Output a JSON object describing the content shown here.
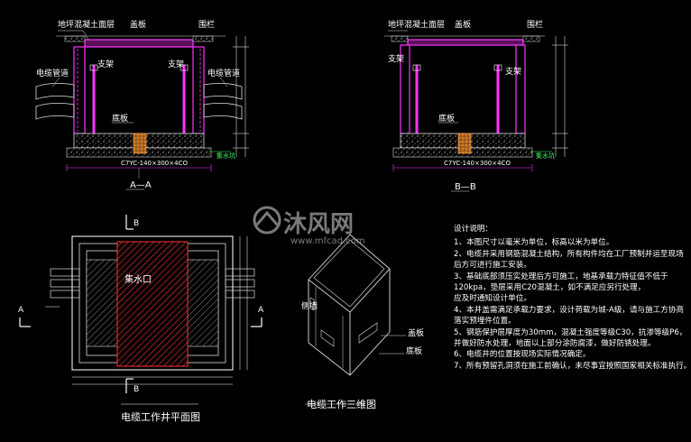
{
  "section_aa": {
    "title": "A—A",
    "label_top_left": "地坪混凝土面层",
    "label_top_mid": "盖板",
    "label_top_right": "围栏",
    "label_pipe_left": "电缆管道",
    "label_pipe_right": "电缆管道",
    "label_bracket_left": "支架",
    "label_bracket_right": "支架",
    "label_floor": "底板",
    "label_material": "C7YC-140×300×4CO",
    "label_drain": "集水坑"
  },
  "section_bb": {
    "title": "B—B",
    "label_top_left": "地坪混凝土面层",
    "label_top_mid": "盖板",
    "label_top_right": "围栏",
    "label_bracket_left": "支架",
    "label_bracket_right": "支架",
    "label_floor": "底板",
    "label_material": "C7YC-140×300×4CO",
    "label_drain": "集水坑"
  },
  "plan": {
    "title": "电缆工作井平面图",
    "label_sump": "集水口",
    "marker_b": "B",
    "marker_a": "A"
  },
  "isometric": {
    "title": "电缆工作三维图",
    "label_cover": "盖板",
    "label_wall": "侧墙",
    "label_bottom": "底板"
  },
  "watermark": {
    "brand": "沐风网",
    "url": "www.mfcad.com"
  },
  "notes": {
    "heading": "设计说明：",
    "lines": [
      "1、本图尺寸以毫米为单位，标高以米为单位。",
      "2、电缆井采用钢筋混凝土结构，所有构件均在工厂预制并运至现场",
      "   后方可进行施工安装。",
      "3、基础底部须压实处理后方可施工，地基承载力特征值不低于",
      "   120kpa，垫层采用C20混凝土，如不满足应另行处理，",
      "   应及时通知设计单位。",
      "4、本井盖需满足承载力要求，设计荷载为城-A级，请与施工方协商",
      "   落实预埋件位置。",
      "5、钢筋保护层厚度为30mm，混凝土强度等级C30，抗渗等级P6，",
      "   并做好防水处理，地面以上部分涂防腐漆，做好防锈处理。",
      "6、电缆井的位置按现场实际情况确定。",
      "7、所有预留孔洞须在施工前确认，未尽事宜按照国家相关标准执行。"
    ]
  },
  "colors": {
    "magenta": "#ff33ff",
    "white": "#ffffff",
    "red": "#ff3333",
    "yellow": "#ffff66",
    "green": "#33ff66",
    "orange": "#ff9933"
  }
}
